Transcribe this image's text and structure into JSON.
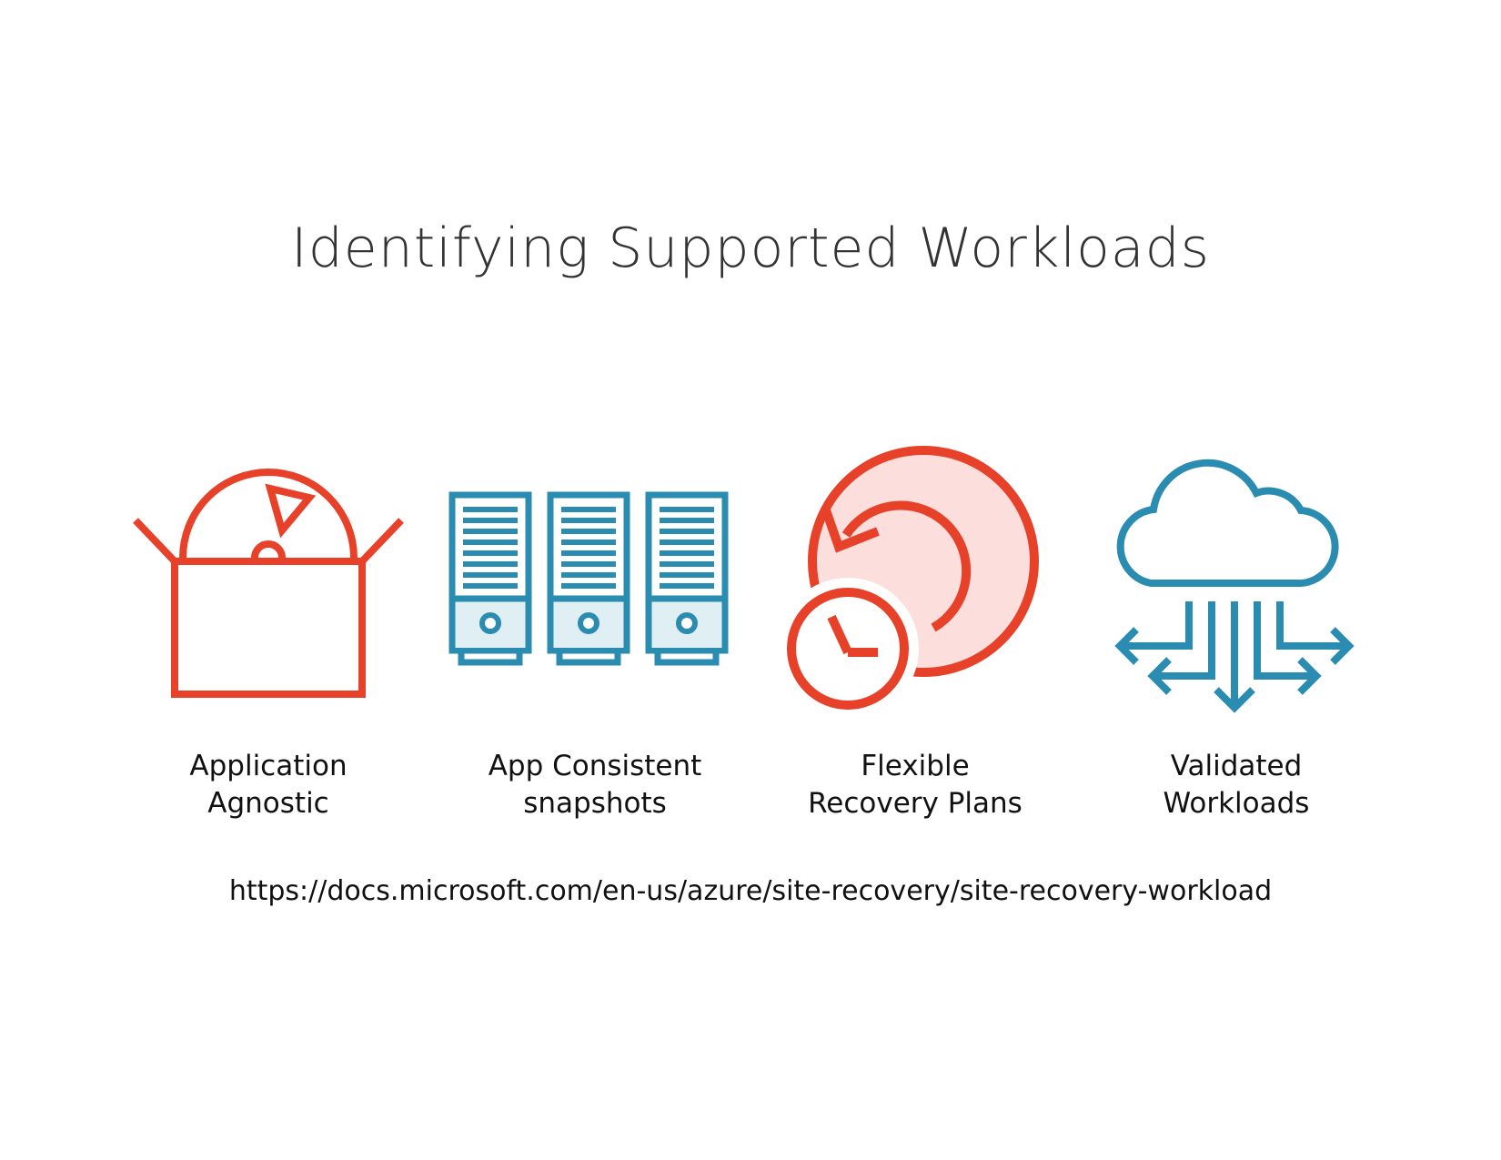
{
  "slide": {
    "title": "Identifying Supported Workloads"
  },
  "colors": {
    "orange": "#E8412A",
    "blue": "#2B8CB1",
    "orange_fill": "#FCDFDC",
    "blue_fill": "#E0EFF4"
  },
  "features": [
    {
      "icon": "open-box-disc-icon",
      "line1": "Application",
      "line2": "Agnostic"
    },
    {
      "icon": "server-racks-icon",
      "line1": "App Consistent",
      "line2": "snapshots"
    },
    {
      "icon": "recovery-clock-icon",
      "line1": "Flexible",
      "line2": "Recovery Plans"
    },
    {
      "icon": "cloud-arrows-icon",
      "line1": "Validated",
      "line2": "Workloads"
    }
  ],
  "link": {
    "url_text": "https://docs.microsoft.com/en-us/azure/site-recovery/site-recovery-workload"
  }
}
